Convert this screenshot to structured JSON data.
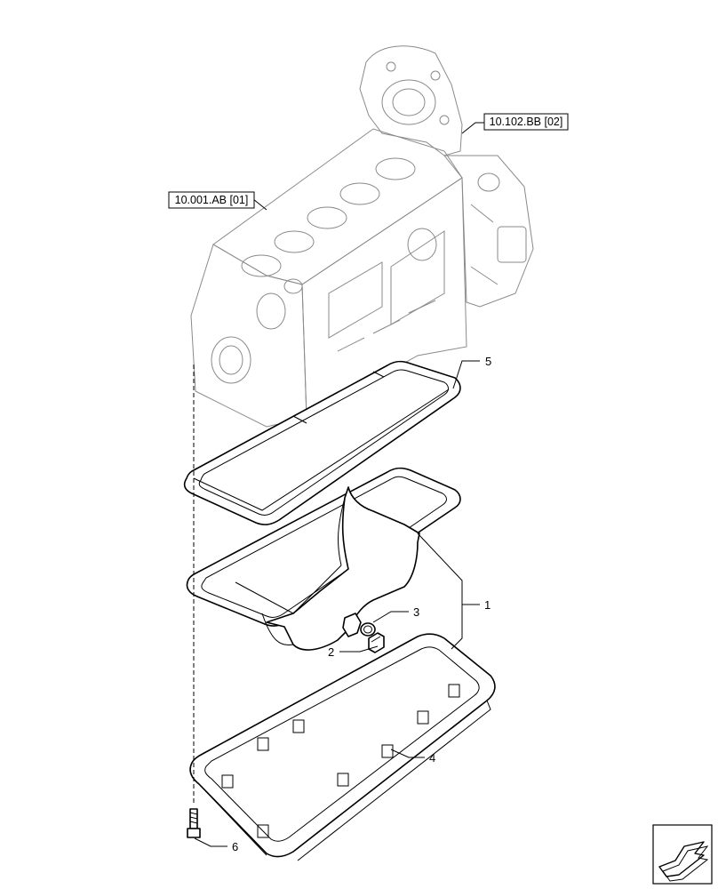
{
  "references": [
    {
      "id": "ref-engine-block",
      "label": "10.001.AB [01]"
    },
    {
      "id": "ref-flywheel-housing",
      "label": "10.102.BB [02]"
    }
  ],
  "callouts": [
    {
      "id": "1",
      "label": "1"
    },
    {
      "id": "2",
      "label": "2"
    },
    {
      "id": "3",
      "label": "3"
    },
    {
      "id": "4",
      "label": "4"
    },
    {
      "id": "5",
      "label": "5"
    },
    {
      "id": "6",
      "label": "6"
    }
  ],
  "icons": {
    "nav": "next-page-arrow-icon"
  }
}
